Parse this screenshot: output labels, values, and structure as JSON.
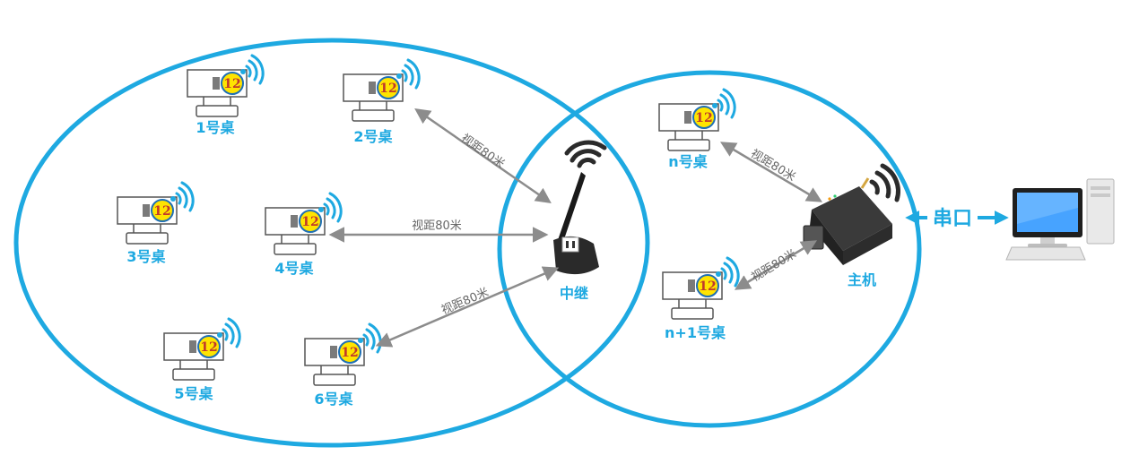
{
  "colors": {
    "accent": "#1ea9e1",
    "link_arrow": "#8c8c8c",
    "wifi": "#2b2b2b",
    "display_badge": "#ffe400",
    "badge_text": "#c0392b"
  },
  "desks": [
    {
      "label": "1号桌",
      "display": "12"
    },
    {
      "label": "2号桌",
      "display": "12"
    },
    {
      "label": "3号桌",
      "display": "12"
    },
    {
      "label": "4号桌",
      "display": "12"
    },
    {
      "label": "5号桌",
      "display": "12"
    },
    {
      "label": "6号桌",
      "display": "12"
    },
    {
      "label": "n号桌",
      "display": "12"
    },
    {
      "label": "n+1号桌",
      "display": "12"
    }
  ],
  "repeater": {
    "label": "中继"
  },
  "host": {
    "label": "主机"
  },
  "serial": {
    "label": "串口"
  },
  "links": [
    {
      "label": "视距80米"
    },
    {
      "label": "视距80米"
    },
    {
      "label": "视距80米"
    },
    {
      "label": "视距80米"
    },
    {
      "label": "视距80米"
    }
  ],
  "icons": {
    "desk": "table-sign-display-icon",
    "wireless": "wifi-signal-icon",
    "repeater": "antenna-repeater-icon",
    "host": "serial-server-icon",
    "computer": "desktop-computer-icon"
  }
}
